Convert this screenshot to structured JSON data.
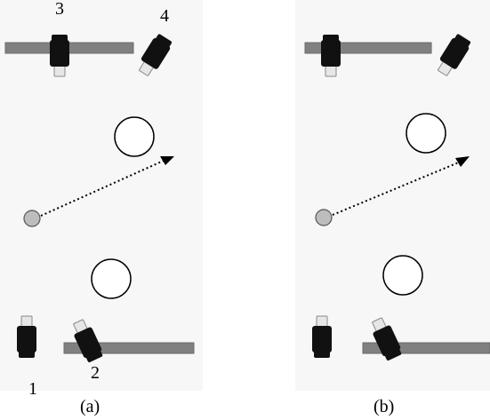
{
  "panels": [
    {
      "id": "a",
      "caption": "(a)",
      "camera_labels": [
        "1",
        "2",
        "3",
        "4"
      ]
    },
    {
      "id": "b",
      "caption": "(b)",
      "camera_labels": []
    }
  ],
  "colors": {
    "rail": "#808080",
    "camera": "#111111",
    "ball": "#bdbdbd",
    "background": "#f7f7f7"
  }
}
